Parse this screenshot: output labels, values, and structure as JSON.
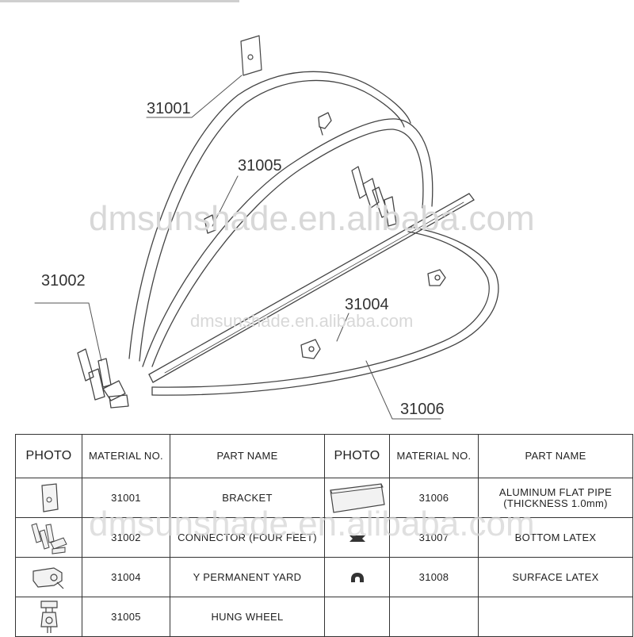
{
  "callouts": {
    "c31001": "31001",
    "c31005": "31005",
    "c31002": "31002",
    "c31004": "31004",
    "c31006": "31006"
  },
  "watermark": {
    "main": "dmsunshade.en.alibaba.com",
    "small": "dmsunshade.en.alibaba.com",
    "table": "dmsunshade.en.alibaba.com"
  },
  "table": {
    "headers": {
      "photo_left": "PHOTO",
      "material_left": "MATERIAL NO.",
      "part_left": "PART NAME",
      "photo_right": "PHOTO",
      "material_right": "MATERIAL NO.",
      "part_right": "PART NAME"
    },
    "rows": [
      {
        "left_photo": "bracket-icon",
        "left_no": "31001",
        "left_name": "BRACKET",
        "right_photo": "flat-pipe-icon",
        "right_no": "31006",
        "right_name_1": "ALUMINUM FLAT PIPE",
        "right_name_2": "(THICKNESS 1.0mm)"
      },
      {
        "left_photo": "connector-icon",
        "left_no": "31002",
        "left_name": "CONNECTOR (FOUR FEET)",
        "right_photo": "bottom-latex-icon",
        "right_no": "31007",
        "right_name_1": "BOTTOM  LATEX"
      },
      {
        "left_photo": "y-yard-icon",
        "left_no": "31004",
        "left_name": "Y PERMANENT YARD",
        "right_photo": "surface-latex-icon",
        "right_no": "31008",
        "right_name_1": "SURFACE   LATEX"
      },
      {
        "left_photo": "hung-wheel-icon",
        "left_no": "31005",
        "left_name": "HUNG WHEEL",
        "right_photo": "",
        "right_no": "",
        "right_name_1": ""
      }
    ]
  },
  "colors": {
    "line": "#333333",
    "watermark": "#d8d8d8"
  }
}
